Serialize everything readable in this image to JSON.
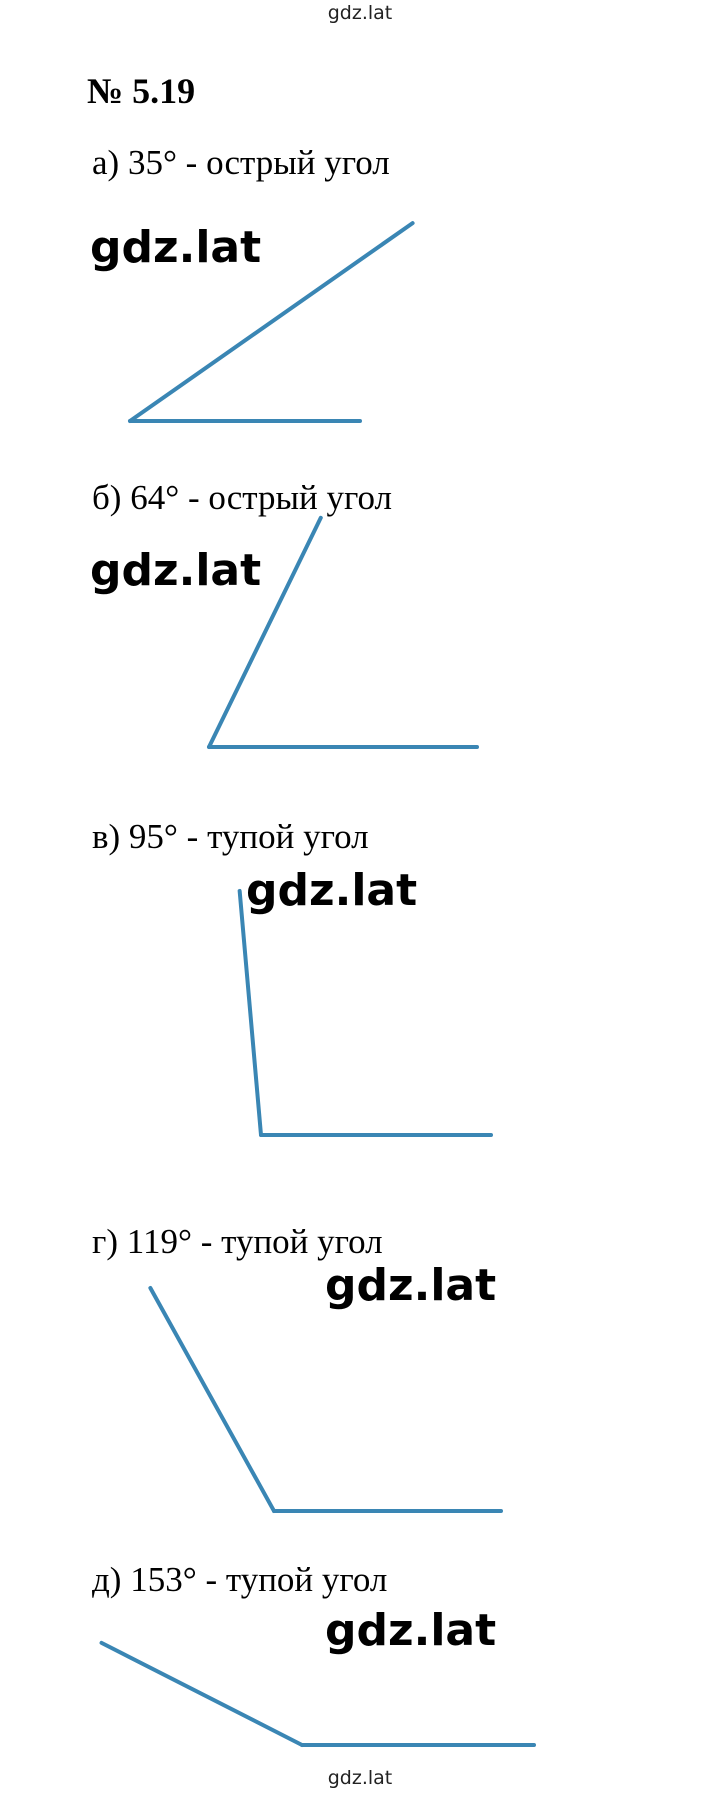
{
  "site": {
    "top_label": "gdz.lat",
    "bottom_label": "gdz.lat"
  },
  "problem": {
    "number": "№ 5.19"
  },
  "items": [
    {
      "label": "а) 35° - острый угол",
      "angle_deg": 35,
      "watermark": "gdz.lat"
    },
    {
      "label": "б) 64° - острый угол",
      "angle_deg": 64,
      "watermark": "gdz.lat"
    },
    {
      "label": "в) 95° - тупой угол",
      "angle_deg": 95,
      "watermark": "gdz.lat"
    },
    {
      "label": "г) 119° - тупой угол",
      "angle_deg": 119,
      "watermark": "gdz.lat"
    },
    {
      "label": "д) 153° - тупой угол",
      "angle_deg": 153,
      "watermark": "gdz.lat"
    }
  ],
  "colors": {
    "line": "#3a86b4",
    "text": "#000000"
  }
}
